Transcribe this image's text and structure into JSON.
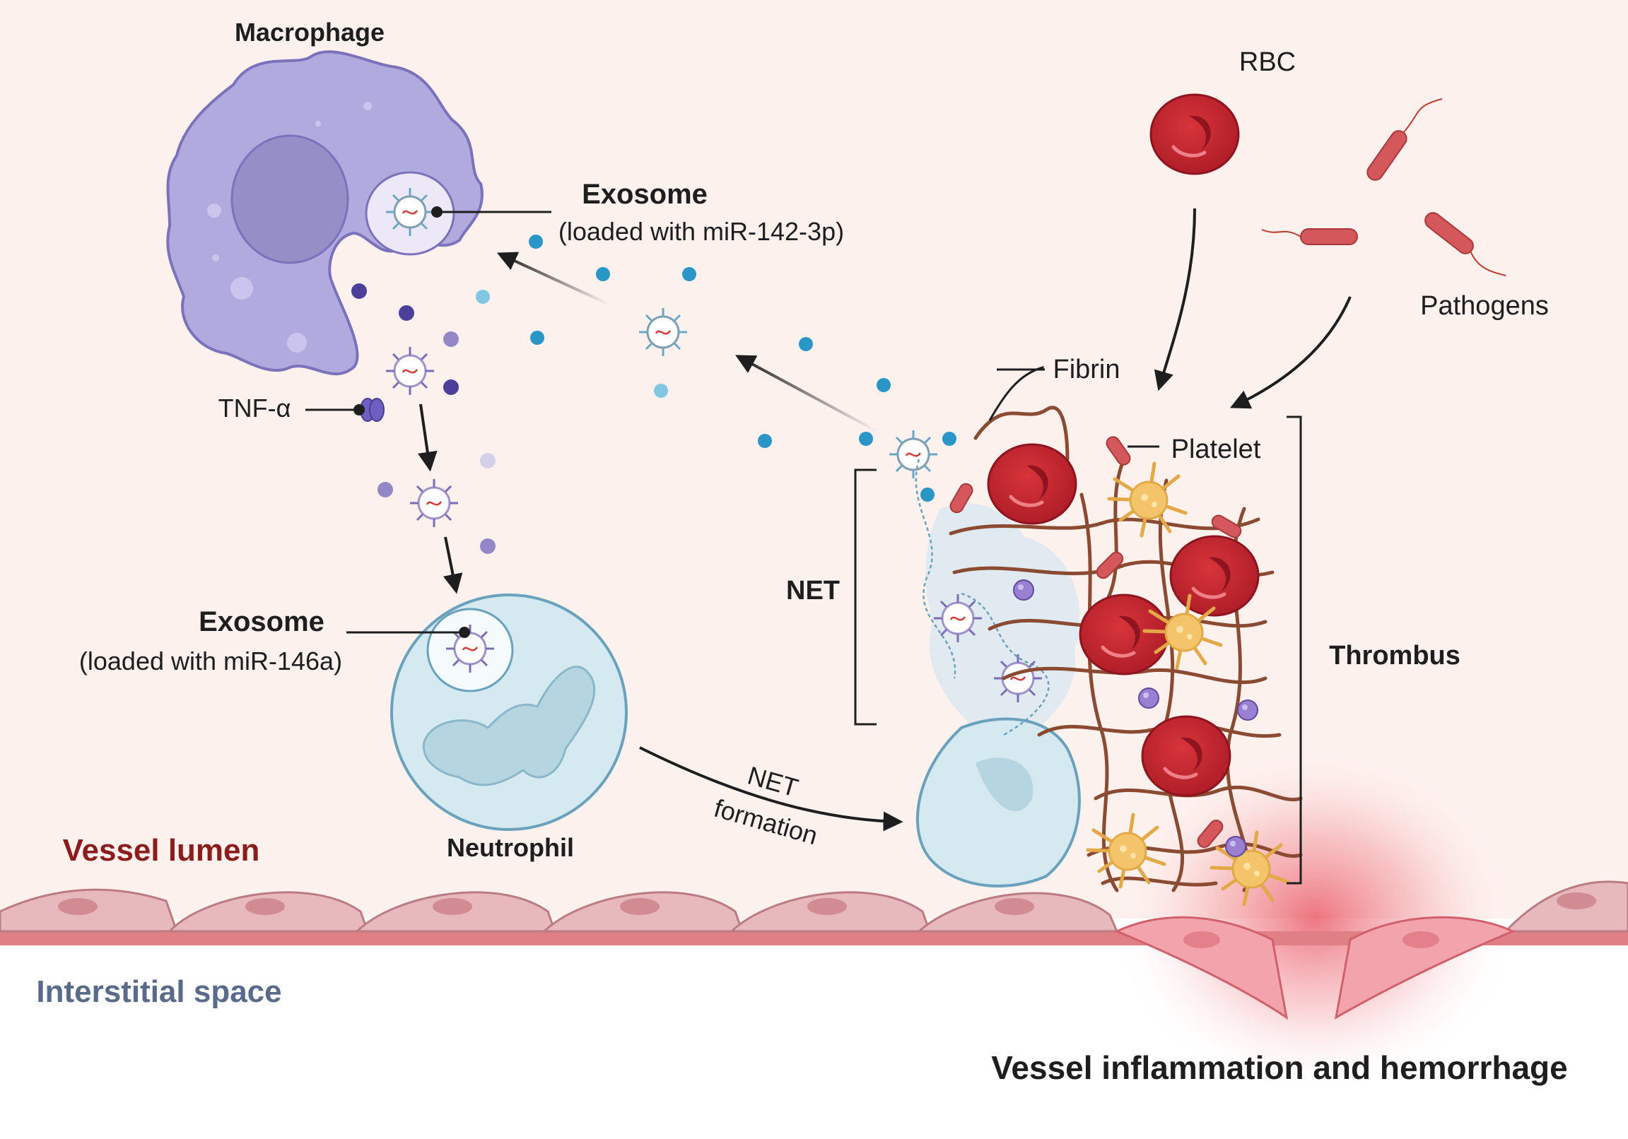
{
  "labels": {
    "macrophage": "Macrophage",
    "exosome_top": "Exosome",
    "exosome_top_cargo": "(loaded with miR-142-3p)",
    "tnf": "TNF-α",
    "exosome_bottom": "Exosome",
    "exosome_bottom_cargo": "(loaded with miR-146a)",
    "neutrophil": "Neutrophil",
    "net_formation_line1": "NET",
    "net_formation_line2": "formation",
    "net": "NET",
    "rbc": "RBC",
    "pathogens": "Pathogens",
    "fibrin": "Fibrin",
    "platelet": "Platelet",
    "thrombus": "Thrombus",
    "vessel_lumen": "Vessel lumen",
    "interstitial_space": "Interstitial space",
    "vessel_inflammation": "Vessel inflammation and hemorrhage"
  },
  "colors": {
    "lumen_background": "#fdf1ee",
    "interstitial_background": "#ffffff",
    "macrophage": "#b1aadf",
    "macrophage_nucleus": "#958ec7",
    "neutrophil": "#d5e9f1",
    "neutrophil_nucleus": "#b5d5e1",
    "rbc": "#c4262f",
    "pathogen": "#d4585b",
    "platelet": "#f4c46a",
    "fibrin": "#8a4b32",
    "endothelium": "#e7b9bc",
    "hemorrhage": "#e84a5a",
    "vessel_lumen_text": "#8b1d1d",
    "interstitial_text": "#5a6a8a"
  }
}
